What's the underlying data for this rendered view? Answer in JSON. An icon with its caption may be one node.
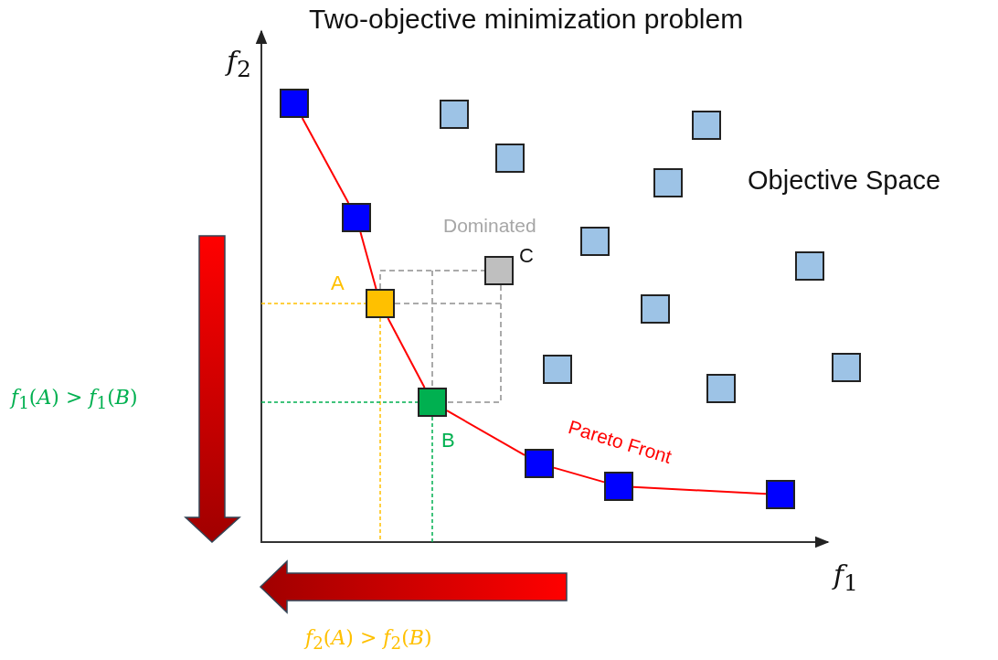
{
  "diagram": {
    "title": "Two-objective minimization problem",
    "nodes": [
      {
        "text": [],
        "shape": "box"
      },
      {
        "text": [],
        "shape": "box"
      },
      {
        "text": [],
        "shape": "box"
      },
      {
        "text": [],
        "shape": "box"
      },
      {
        "text": [],
        "shape": "box"
      },
      {
        "text": [],
        "shape": "box"
      },
      {
        "text": [],
        "shape": "box"
      },
      {
        "text": [],
        "shape": "box"
      },
      {
        "text": [],
        "shape": "box",
        "beside": [
          "C"
        ]
      },
      {
        "text": [],
        "shape": "box",
        "beside": [
          "A"
        ]
      },
      {
        "text": [],
        "shape": "box"
      },
      {
        "text": [],
        "shape": "box"
      },
      {
        "text": [],
        "shape": "box"
      },
      {
        "text": [],
        "shape": "box"
      },
      {
        "text": [],
        "shape": "box",
        "beside": [
          "B"
        ]
      },
      {
        "text": [],
        "shape": "box"
      },
      {
        "text": [],
        "shape": "box"
      },
      {
        "text": [],
        "shape": "box"
      }
    ],
    "edges": [
      {
        "from": 0,
        "to": 5,
        "arrow": "none"
      },
      {
        "from": 5,
        "to": 9,
        "arrow": "none"
      },
      {
        "from": 9,
        "to": 14,
        "arrow": "none"
      },
      {
        "from": 14,
        "to": 15,
        "arrow": "none"
      },
      {
        "from": 15,
        "to": 16,
        "arrow": "none"
      },
      {
        "from": 16,
        "to": 17,
        "arrow": "none"
      }
    ],
    "labels": [
      "*f*$_{2}$",
      "Objective Space",
      "Dominated",
      "Pareto Front",
      "*f*$_{1}$(*A*) > *f*$_{1}$(*B*)",
      "*f*$_{1}$",
      "*f*$_{2}$(*A*) > *f*$_{2}$(*B*)"
    ]
  }
}
